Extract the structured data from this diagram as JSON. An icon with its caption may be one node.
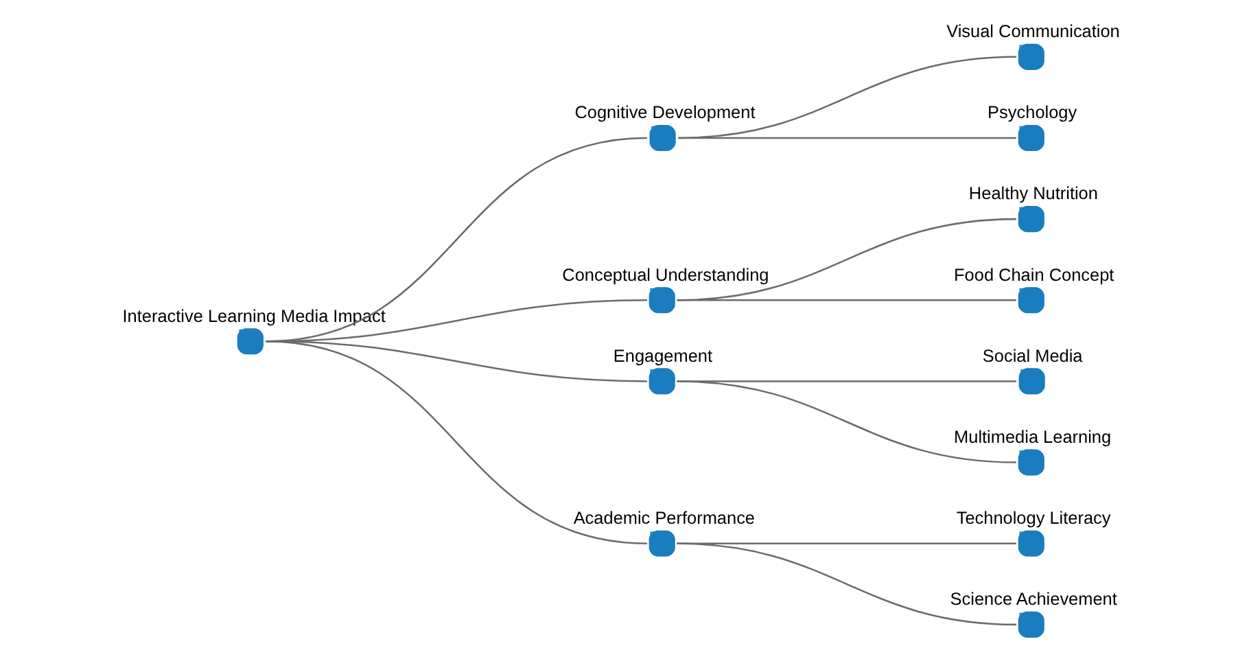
{
  "diagram": {
    "nodes": [
      {
        "text": [
          "Interactive Learning Media Impact"
        ]
      },
      {
        "text": [
          "Cognitive Development"
        ]
      },
      {
        "text": [
          "Conceptual Understanding"
        ]
      },
      {
        "text": [
          "Engagement"
        ]
      },
      {
        "text": [
          "Academic Performance"
        ]
      },
      {
        "text": [
          "Visual Communication"
        ]
      },
      {
        "text": [
          "Psychology"
        ]
      },
      {
        "text": [
          "Healthy Nutrition"
        ]
      },
      {
        "text": [
          "Food Chain Concept"
        ]
      },
      {
        "text": [
          "Social Media"
        ]
      },
      {
        "text": [
          "Multimedia Learning"
        ]
      },
      {
        "text": [
          "Technology Literacy"
        ]
      },
      {
        "text": [
          "Science Achievement"
        ]
      }
    ],
    "edges": [
      {
        "from": 0,
        "to": 1,
        "arrow": "none"
      },
      {
        "from": 0,
        "to": 2,
        "arrow": "none"
      },
      {
        "from": 0,
        "to": 3,
        "arrow": "none"
      },
      {
        "from": 0,
        "to": 4,
        "arrow": "none"
      },
      {
        "from": 1,
        "to": 5,
        "arrow": "none"
      },
      {
        "from": 1,
        "to": 6,
        "arrow": "none"
      },
      {
        "from": 2,
        "to": 7,
        "arrow": "none"
      },
      {
        "from": 2,
        "to": 8,
        "arrow": "none"
      },
      {
        "from": 3,
        "to": 9,
        "arrow": "none"
      },
      {
        "from": 3,
        "to": 10,
        "arrow": "none"
      },
      {
        "from": 4,
        "to": 11,
        "arrow": "none"
      },
      {
        "from": 4,
        "to": 12,
        "arrow": "none"
      }
    ]
  }
}
